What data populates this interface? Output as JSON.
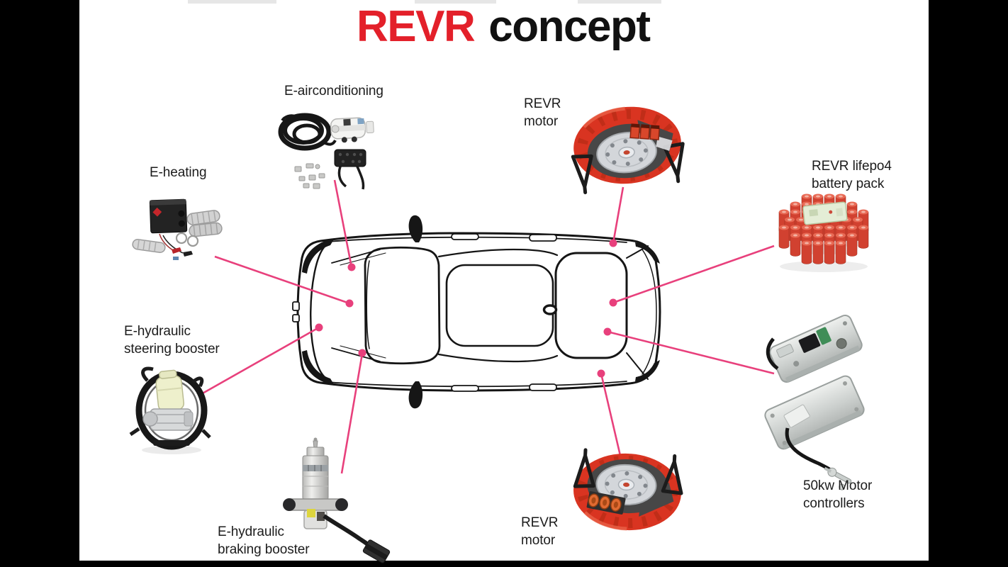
{
  "title": {
    "brand": "REVR",
    "suffix": "concept"
  },
  "colors": {
    "brand_red": "#e3202a",
    "title_black": "#111111",
    "connector_pink": "#e8407c",
    "label_text": "#1c1c1c",
    "canvas_white": "#ffffff",
    "frame_black": "#000000",
    "car_outline": "#151515",
    "motor_red": "#d93421",
    "battery_cell_red": "#d14130",
    "metal_silver": "#d7d9d8"
  },
  "components": {
    "e_airconditioning": {
      "label_lines": [
        "E-airconditioning"
      ]
    },
    "e_heating": {
      "label_lines": [
        "E-heating"
      ]
    },
    "e_hydraulic_steering_booster": {
      "label_lines": [
        "E-hydraulic",
        "steering booster"
      ]
    },
    "e_hydraulic_braking_booster": {
      "label_lines": [
        "E-hydraulic",
        "braking booster"
      ]
    },
    "revr_motor_top": {
      "label_lines": [
        "REVR",
        "motor"
      ]
    },
    "revr_motor_bottom": {
      "label_lines": [
        "REVR",
        "motor"
      ]
    },
    "revr_lifepo4_battery_pack": {
      "label_lines": [
        "REVR lifepo4",
        "battery pack"
      ]
    },
    "motor_controllers": {
      "label_lines": [
        "50kw Motor",
        "controllers"
      ]
    }
  }
}
